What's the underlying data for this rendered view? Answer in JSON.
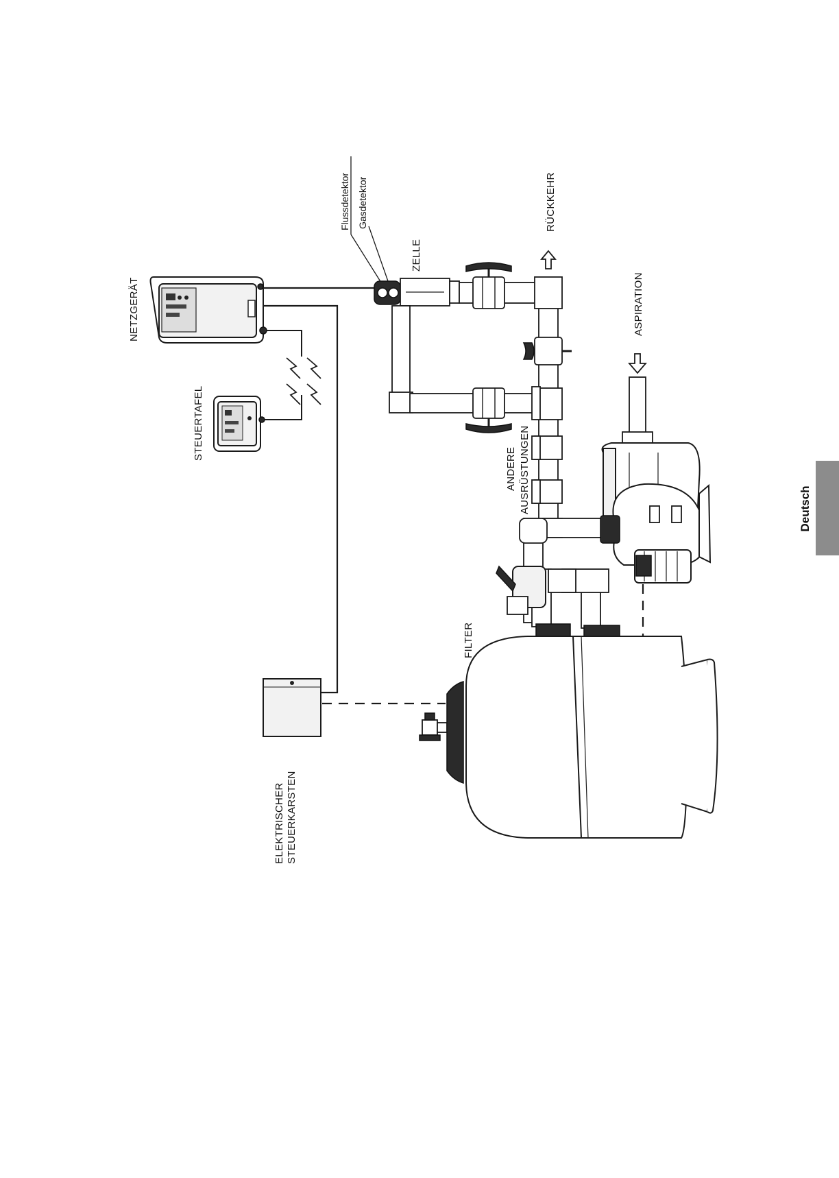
{
  "labels": {
    "netzgeraet": "NETZGERÄT",
    "steuertafel": "STEUERTAFEL",
    "flussdetektor": "Flussdetektor",
    "gasdetektor": "Gasdetektor",
    "zelle": "ZELLE",
    "rueckkehr": "RÜCKKEHR",
    "aspiration": "ASPIRATION",
    "andere_line1": "ANDERE",
    "andere_line2": "AUSRÜSTUNGEN",
    "filter": "FILTER",
    "steuerkasten_line1": "ELEKTRISCHER",
    "steuerkasten_line2": "STEUERKARSTEN"
  },
  "side_tab": {
    "label": "Deutsch",
    "color": "#8c8c8c"
  }
}
